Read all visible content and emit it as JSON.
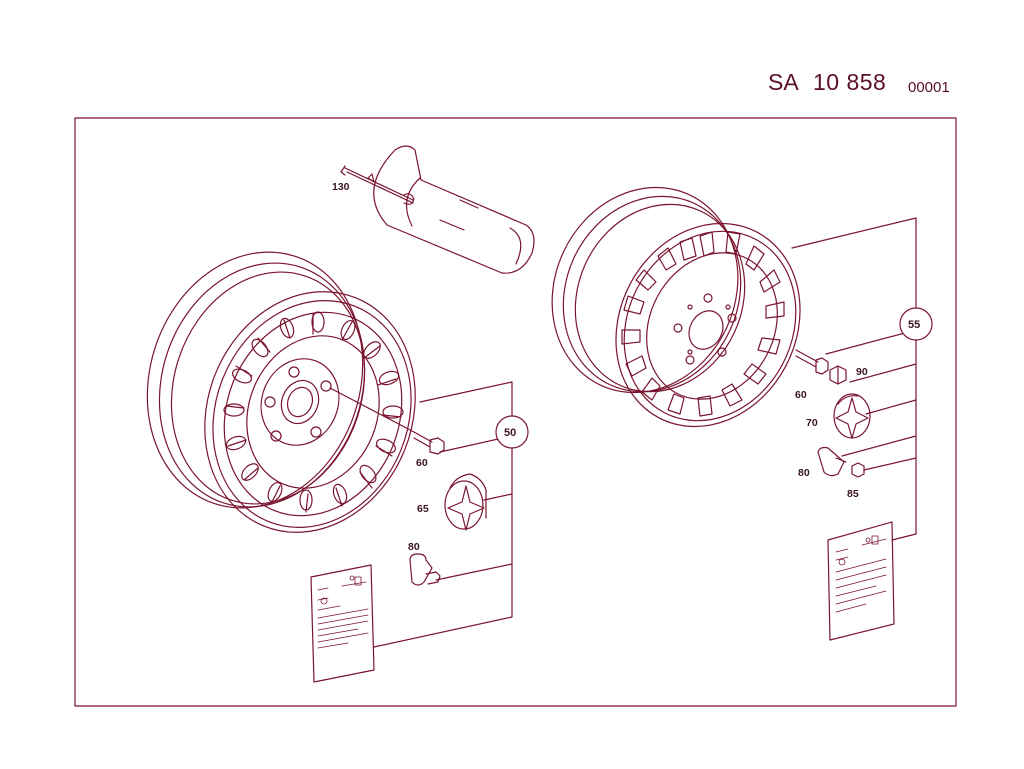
{
  "header": {
    "prefix": "SA",
    "number": "10 858",
    "sheet": "00001"
  },
  "colors": {
    "line": "#7a1530",
    "ink": "#3a1420",
    "background": "#ffffff"
  },
  "callouts": {
    "left_group": "50",
    "right_group": "55"
  },
  "labels": {
    "tool_130": "130",
    "left_bolt_60": "60",
    "left_cap_65": "65",
    "left_valve_80": "80",
    "right_bolt_60": "60",
    "right_nut_90": "90",
    "right_cap_70": "70",
    "right_valve_80": "80",
    "right_cap_85": "85"
  },
  "icons": [
    "wheel-rim",
    "wheel-bolt",
    "hub-cap-star",
    "tire-valve",
    "info-plate",
    "lug-wrench-tool"
  ]
}
